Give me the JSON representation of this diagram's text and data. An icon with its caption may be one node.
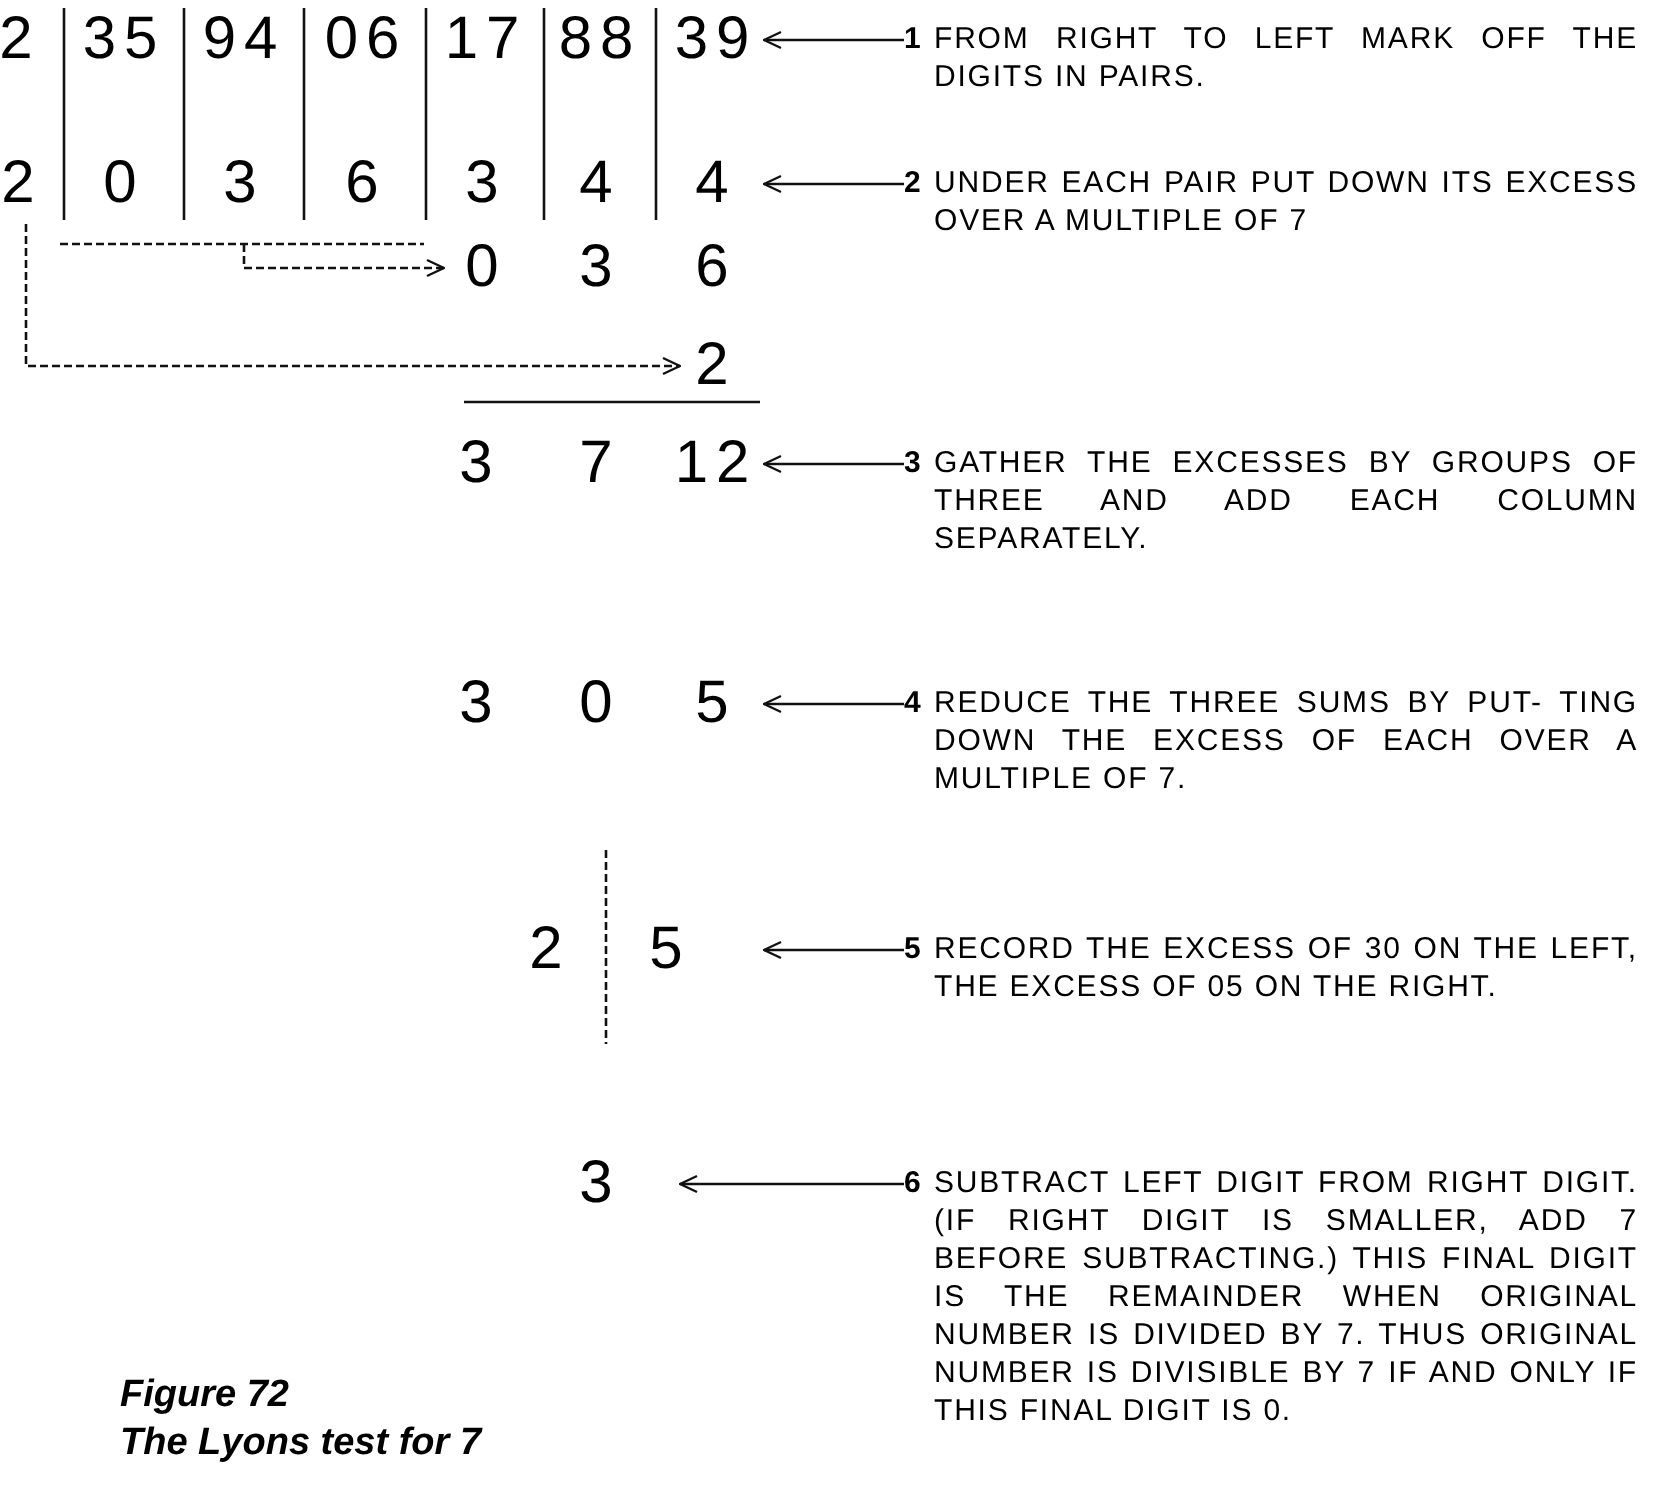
{
  "diagram": {
    "title": "Figure 72",
    "caption": "The Lyons test for 7",
    "nodes": [
      {
        "text": [
          "2",
          "35",
          "94",
          "06",
          "17",
          "88",
          "39"
        ]
      },
      {
        "text": [
          "2"
        ]
      },
      {
        "text": [
          "0",
          "3",
          "6"
        ]
      },
      {
        "text": [
          "3",
          "4",
          "4"
        ]
      },
      {
        "text": [
          "0",
          "3",
          "6"
        ]
      },
      {
        "text": [
          "2"
        ]
      },
      {
        "text": [
          "3",
          "7",
          "12"
        ]
      },
      {
        "text": [
          "3",
          "0",
          "5"
        ]
      },
      {
        "text": [
          "2",
          "5"
        ]
      },
      {
        "text": [
          "3"
        ]
      },
      {
        "text": [
          "1",
          "FROM RIGHT TO LEFT MARK OFF THE DIGITS IN PAIRS."
        ]
      },
      {
        "text": [
          "2",
          "UNDER EACH PAIR PUT DOWN ITS EXCESS OVER A MULTIPLE OF 7"
        ]
      },
      {
        "text": [
          "3",
          "GATHER THE EXCESSES BY GROUPS OF THREE AND ADD EACH COLUMN SEPARATELY."
        ]
      },
      {
        "text": [
          "4",
          "REDUCE THE THREE SUMS BY PUT- TING DOWN THE EXCESS OF EACH OVER A MULTIPLE OF 7."
        ]
      },
      {
        "text": [
          "5",
          "RECORD THE EXCESS OF 30 ON THE LEFT, THE EXCESS OF 05 ON THE RIGHT."
        ]
      },
      {
        "text": [
          "6",
          "SUBTRACT LEFT DIGIT FROM RIGHT DIGIT. (IF RIGHT DIGIT IS SMALLER, ADD 7 BEFORE SUBTRACTING.) THIS FINAL DIGIT IS THE REMAINDER WHEN ORIGINAL NUMBER IS DIVIDED BY 7. THUS ORIGINAL NUMBER IS DIVISIBLE BY 7 IF AND ONLY IF THIS FINAL DIGIT IS 0."
        ]
      }
    ],
    "edges": [
      {
        "from": 10,
        "to": 0,
        "arrow": "to"
      },
      {
        "from": 11,
        "to": 3,
        "arrow": "to"
      },
      {
        "from": 12,
        "to": 6,
        "arrow": "to"
      },
      {
        "from": 13,
        "to": 7,
        "arrow": "to"
      },
      {
        "from": 14,
        "to": 8,
        "arrow": "to"
      },
      {
        "from": 15,
        "to": 9,
        "arrow": "to"
      },
      {
        "from": 1,
        "to": 5,
        "arrow": "to",
        "style": "dashed"
      },
      {
        "from": 2,
        "to": 4,
        "arrow": "to",
        "style": "dashed"
      }
    ]
  }
}
